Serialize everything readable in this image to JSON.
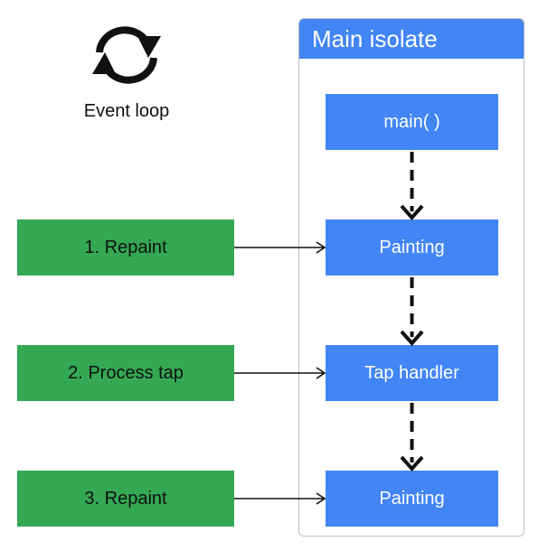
{
  "event_loop": {
    "icon": "sync-arrows-icon",
    "label": "Event loop"
  },
  "isolate": {
    "title": "Main isolate",
    "steps": [
      "main( )",
      "Painting",
      "Tap handler",
      "Painting"
    ]
  },
  "events": [
    "1. Repaint",
    "2. Process tap",
    "3. Repaint"
  ],
  "colors": {
    "isolate_blue": "#4285f4",
    "event_green": "#34a853",
    "panel_border": "#b9bec6",
    "arrow": "#111111"
  }
}
